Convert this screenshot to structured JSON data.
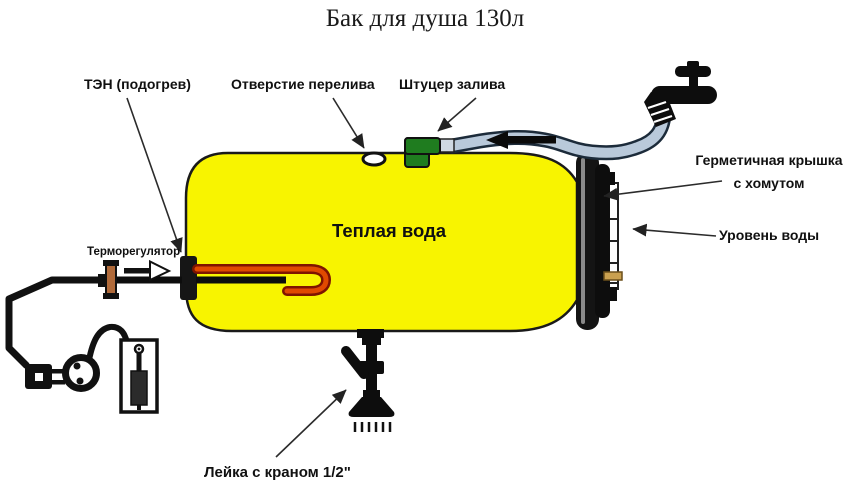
{
  "title": "Бак для душа 130л",
  "labels": {
    "heater": "ТЭН (подогрев)",
    "overflow": "Отверстие перелива",
    "inlet": "Штуцер залива",
    "lid_line1": "Герметичная крышка",
    "lid_line2": "с хомутом",
    "water_level": "Уровень воды",
    "thermostat": "Терморегулятор",
    "warm_water": "Теплая вода",
    "shower_head": "Лейка с краном 1/2\""
  },
  "colors": {
    "tank": "#f8f400",
    "heater_outline": "#7e1400",
    "heater_core": "#e04a00",
    "inlet_fitting": "#1f7c1f",
    "hose_fill": "#b9c9da",
    "hose_outline": "#1c2b3a",
    "gauge_seal": "#c9a050",
    "thermo_body": "#b06a3a",
    "ink": "#111111"
  }
}
